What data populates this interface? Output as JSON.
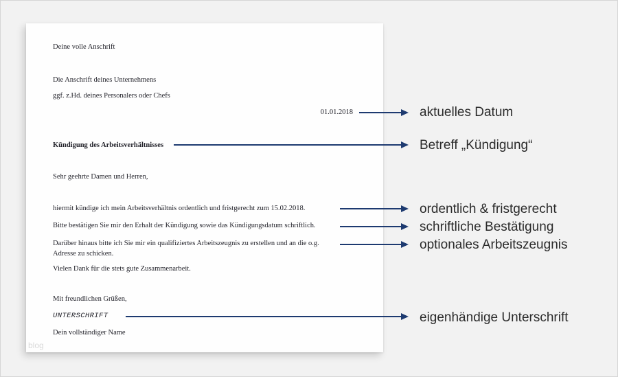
{
  "letter": {
    "sender_address": "Deine volle Anschrift",
    "company_address": "Die Anschrift deines Unternehmens",
    "company_attention": "ggf. z.Hd. deines Personalers oder Chefs",
    "date": "01.01.2018",
    "subject": "Kündigung des Arbeitsverhältnisses",
    "salutation": "Sehr geehrte Damen und Herren,",
    "paragraph_termination": "hiermit kündige ich mein Arbeitsverhältnis ordentlich und fristgerecht zum 15.02.2018.",
    "paragraph_confirmation": "Bitte bestätigen Sie mir den Erhalt der Kündigung sowie das Kündigungsdatum schriftlich.",
    "paragraph_reference": "Darüber hinaus bitte ich Sie mir ein qualifiziertes Arbeitszeugnis zu erstellen und an die o.g. Adresse zu schicken.",
    "paragraph_thanks": "Vielen Dank für die stets gute Zusammenarbeit.",
    "closing": "Mit freundlichen Grüßen,",
    "signature_placeholder": "UNTERSCHRIFT",
    "name_placeholder": "Dein vollständiger Name",
    "watermark": "blog"
  },
  "annotations": [
    {
      "label": "aktuelles Datum",
      "target": "date"
    },
    {
      "label": "Betreff „Kündigung“",
      "target": "subject"
    },
    {
      "label": "ordentlich & fristgerecht",
      "target": "paragraph_termination"
    },
    {
      "label": "schriftliche Bestätigung",
      "target": "paragraph_confirmation"
    },
    {
      "label": "optionales Arbeitszeugnis",
      "target": "paragraph_reference"
    },
    {
      "label": "eigenhändige Unterschrift",
      "target": "signature_placeholder"
    }
  ],
  "colors": {
    "background": "#f2f2f2",
    "paper": "#fefefe",
    "letter_text": "#22222a",
    "arrow": "#1d3a70",
    "annotation_text": "#2b2b2b"
  }
}
